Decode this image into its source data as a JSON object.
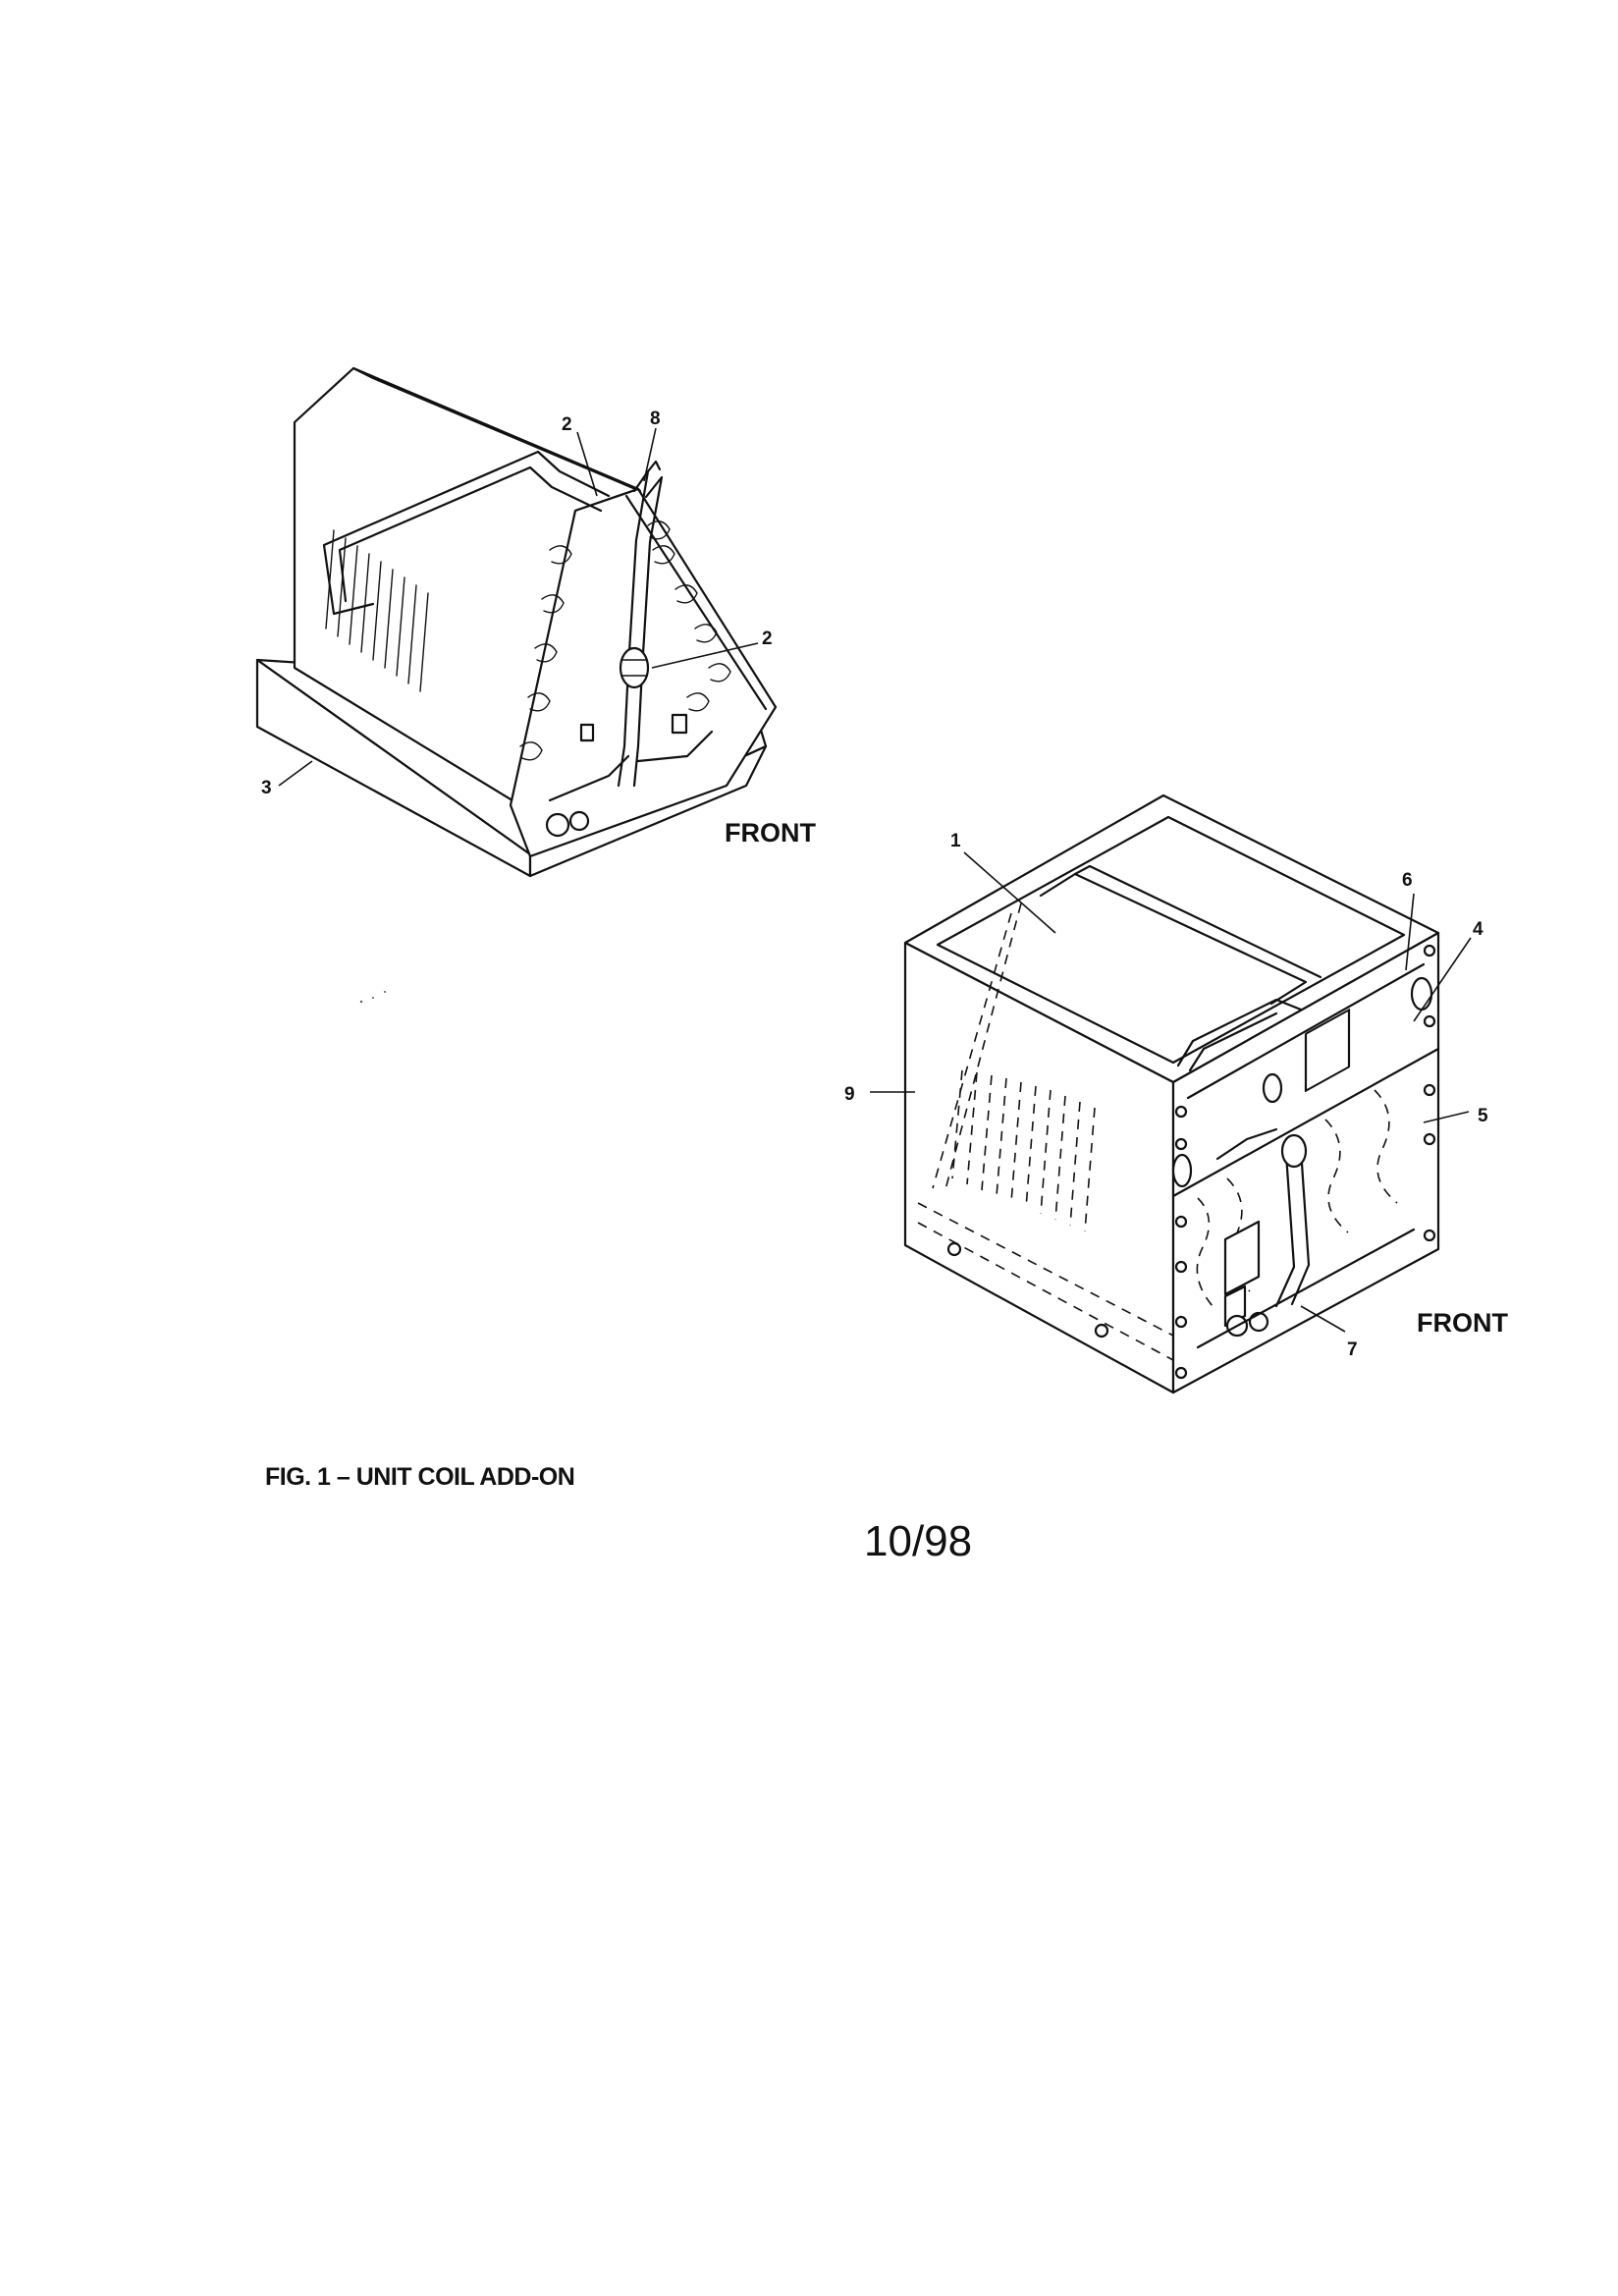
{
  "callouts": {
    "c2a": "2",
    "c8": "8",
    "c2b": "2",
    "c3": "3",
    "c1": "1",
    "c6": "6",
    "c4": "4",
    "c9": "9",
    "c5": "5",
    "c7": "7"
  },
  "labels": {
    "front_left": "FRONT",
    "front_right": "FRONT"
  },
  "caption": "FIG. 1 – UNIT COIL ADD-ON",
  "date_stamp": "10/98"
}
